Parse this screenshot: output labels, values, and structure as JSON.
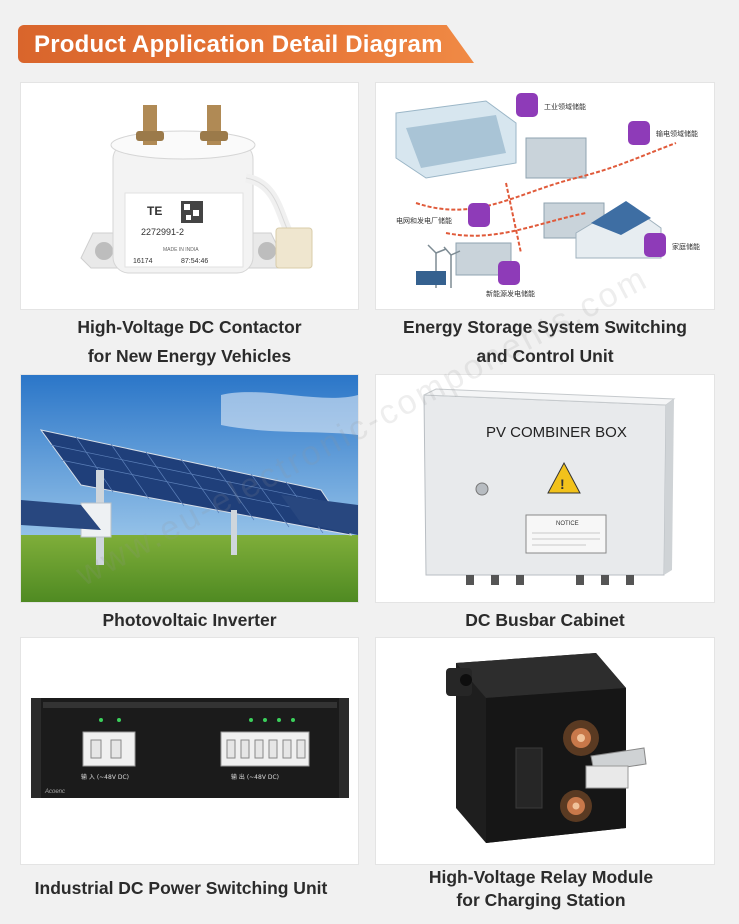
{
  "header": {
    "title": "Product Application Detail Diagram"
  },
  "cards": [
    {
      "caption_line1": "High-Voltage DC Contactor",
      "caption_line2": "for New Energy Vehicles",
      "photo_text": {
        "brand": "TE",
        "part": "2272991-2",
        "made": "MADE IN INDIA",
        "code_left": "16174",
        "code_right": "87:54:46"
      }
    },
    {
      "caption_line1": "Energy Storage System Switching",
      "caption_line2": "and Control Unit",
      "photo_text": {
        "industrial": "工业领域储能",
        "transmission": "输电领域储能",
        "grid": "电网和发电厂储能",
        "home": "家庭储能",
        "renewable": "新能源发电储能"
      }
    },
    {
      "caption_line1": "Photovoltaic Inverter",
      "caption_line2": ""
    },
    {
      "caption_line1": "DC Busbar Cabinet",
      "caption_line2": "",
      "photo_text": {
        "box_title": "PV COMBINER BOX",
        "notice": "NOTICE"
      }
    },
    {
      "caption_line1": "Industrial DC Power Switching Unit",
      "caption_line2": "",
      "photo_text": {
        "brand": "Acoenc",
        "input": "输 入 (~48V DC)",
        "output": "输 出 (~48V DC)"
      }
    },
    {
      "caption_line1": "High-Voltage Relay Module",
      "caption_line2": "for Charging Station"
    }
  ],
  "watermark": "www.eu-electronic-components.com"
}
